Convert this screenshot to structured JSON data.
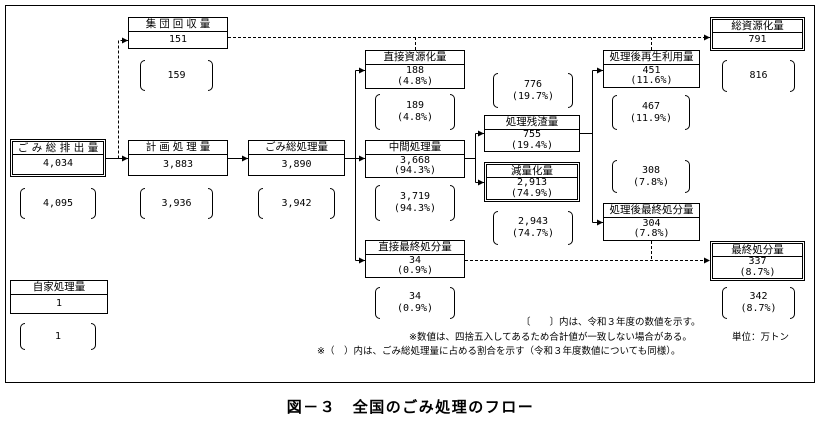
{
  "boxes": {
    "group_collection": {
      "title": "集団回収量",
      "value": "151"
    },
    "total_emission": {
      "title": "ごみ総排出量",
      "value": "4,034"
    },
    "planned_treatment": {
      "title": "計画処理量",
      "value": "3,883"
    },
    "total_treatment": {
      "title": "ごみ総処理量",
      "value": "3,890"
    },
    "direct_recycling": {
      "title": "直接資源化量",
      "value": "188",
      "pct": "(4.8%)"
    },
    "intermediate_treatment": {
      "title": "中間処理量",
      "value": "3,668",
      "pct": "(94.3%)"
    },
    "direct_landfill": {
      "title": "直接最終処分量",
      "value": "34",
      "pct": "(0.9%)"
    },
    "residue": {
      "title": "処理残渣量",
      "value": "755",
      "pct": "(19.4%)"
    },
    "reduction": {
      "title": "減量化量",
      "value": "2,913",
      "pct": "(74.9%)"
    },
    "post_recycling": {
      "title": "処理後再生利用量",
      "value": "451",
      "pct": "(11.6%)"
    },
    "post_landfill": {
      "title": "処理後最終処分量",
      "value": "304",
      "pct": "(7.8%)"
    },
    "total_recycling": {
      "title": "総資源化量",
      "value": "791"
    },
    "final_landfill": {
      "title": "最終処分量",
      "value": "337",
      "pct": "(8.7%)"
    },
    "self_treatment": {
      "title": "自家処理量",
      "value": "1"
    }
  },
  "previous_year": {
    "group_collection": {
      "value": "159"
    },
    "total_emission": {
      "value": "4,095"
    },
    "planned_treatment": {
      "value": "3,936"
    },
    "total_treatment": {
      "value": "3,942"
    },
    "direct_recycling": {
      "value": "189",
      "pct": "(4.8%)"
    },
    "intermediate_treatment": {
      "value": "3,719",
      "pct": "(94.3%)"
    },
    "direct_landfill": {
      "value": "34",
      "pct": "(0.9%)"
    },
    "residue": {
      "value": "776",
      "pct": "(19.7%)"
    },
    "reduction": {
      "value": "2,943",
      "pct": "(74.7%)"
    },
    "post_recycling": {
      "value": "467",
      "pct": "(11.9%)"
    },
    "post_landfill": {
      "value": "308",
      "pct": "(7.8%)"
    },
    "total_recycling": {
      "value": "816"
    },
    "final_landfill": {
      "value": "342",
      "pct": "(8.7%)"
    },
    "self_treatment": {
      "value": "1"
    }
  },
  "notes": {
    "bracket_note": "〔　　〕内は、令和３年度の数値を示す。",
    "rounding_note": "※数値は、四捨五入してあるため合計値が一致しない場合がある。",
    "percent_note": "※（　）内は、ごみ総処理量に占める割合を示す（令和３年度数値についても同様）。",
    "unit": "単位：万トン"
  },
  "caption": "図－３　全国のごみ処理のフロー"
}
